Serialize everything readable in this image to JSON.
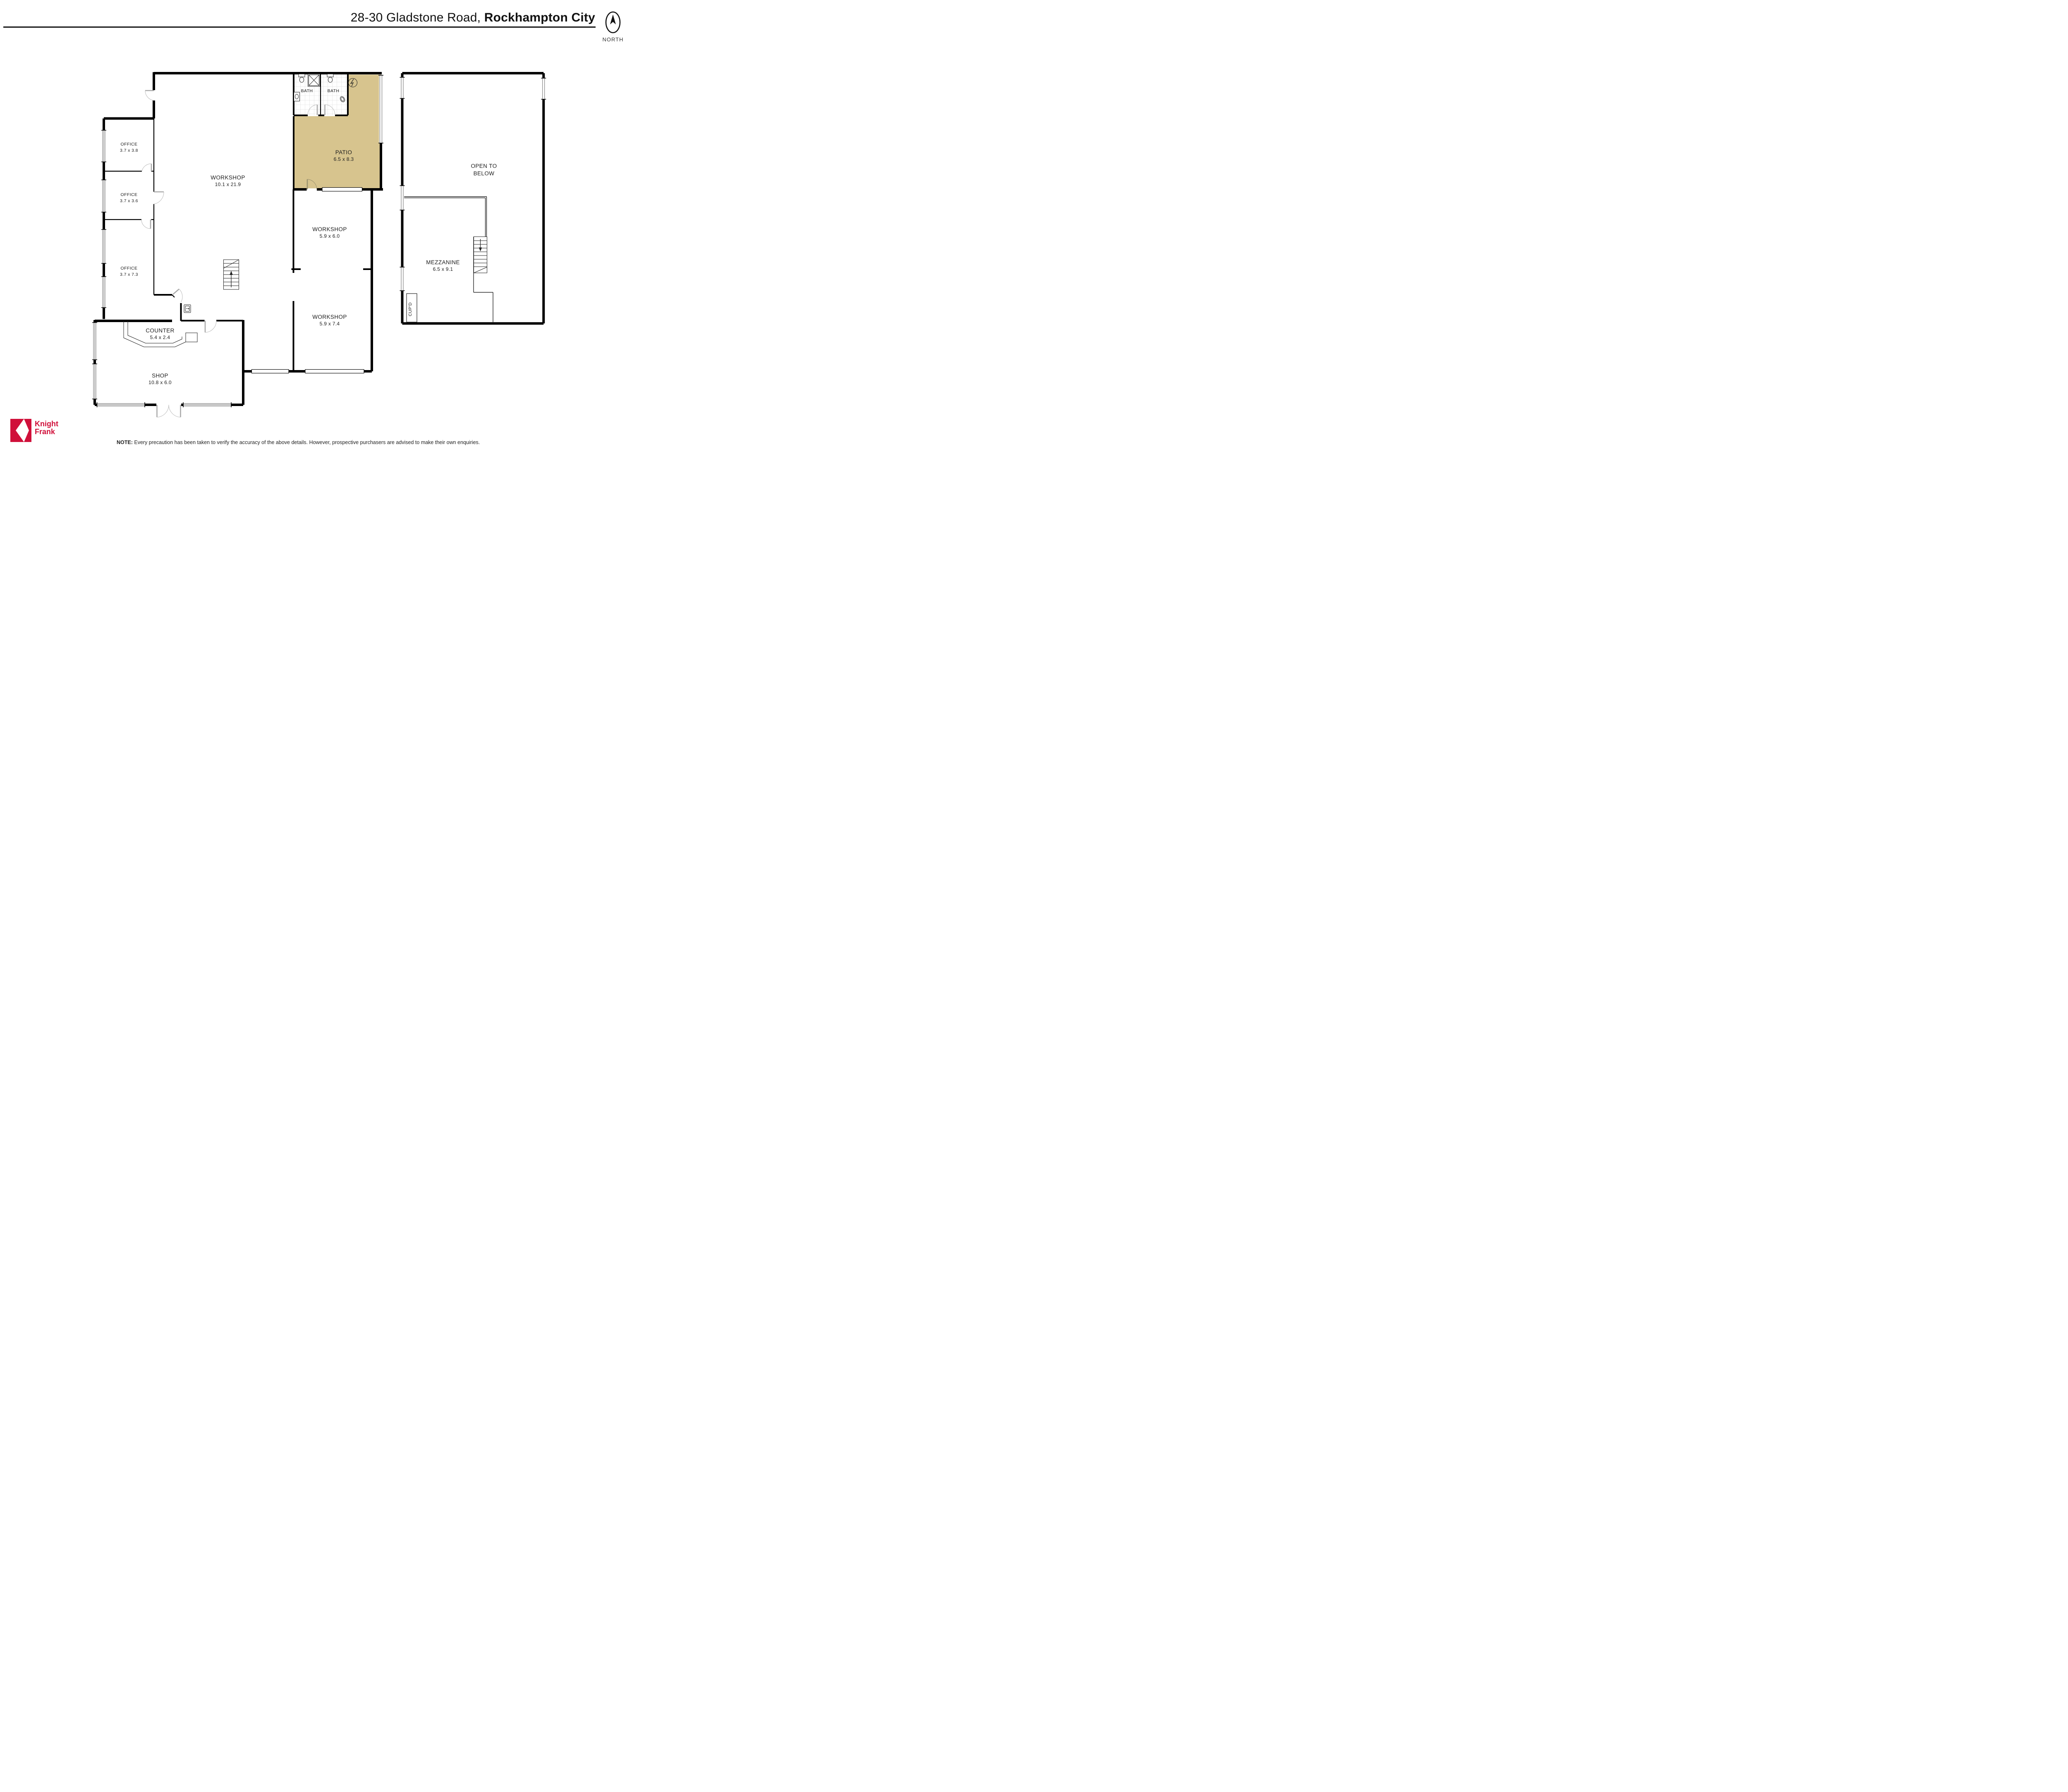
{
  "header": {
    "title_regular": "28-30 Gladstone Road,",
    "title_bold": "Rockhampton City",
    "north_label": "NORTH"
  },
  "floorplan": {
    "colors": {
      "patio_fill": "#d7c48e",
      "wall": "#000000",
      "door_leaf": "#a9a9a9"
    },
    "ground": {
      "office1": {
        "name": "OFFICE",
        "dims": "3.7 x 3.8"
      },
      "office2": {
        "name": "OFFICE",
        "dims": "3.7 x 3.6"
      },
      "office3": {
        "name": "OFFICE",
        "dims": "3.7 x 7.3"
      },
      "workshop_main": {
        "name": "WORKSHOP",
        "dims": "10.1 x 21.9"
      },
      "bath1": {
        "name": "BATH"
      },
      "bath2": {
        "name": "BATH"
      },
      "patio": {
        "name": "PATIO",
        "dims": "6.5 x 8.3"
      },
      "workshop_mid": {
        "name": "WORKSHOP",
        "dims": "5.9 x 6.0"
      },
      "workshop_low": {
        "name": "WORKSHOP",
        "dims": "5.9 x 7.4"
      },
      "counter": {
        "name": "COUNTER",
        "dims": "5.4 x 2.4"
      },
      "shop": {
        "name": "SHOP",
        "dims": "10.8 x 6.0"
      }
    },
    "mezzanine_level": {
      "open_below_line1": "OPEN TO",
      "open_below_line2": "BELOW",
      "mezzanine": {
        "name": "MEZZANINE",
        "dims": "6.5 x 9.1"
      },
      "cupboard": "CUP'D"
    }
  },
  "footer": {
    "brand_line1": "Knight",
    "brand_line2": "Frank",
    "brand_color": "#d0103a",
    "note_label": "NOTE:",
    "note_text": "Every precaution has been taken to verify the accuracy of the above details. However, prospective purchasers are advised to make their own enquiries."
  }
}
